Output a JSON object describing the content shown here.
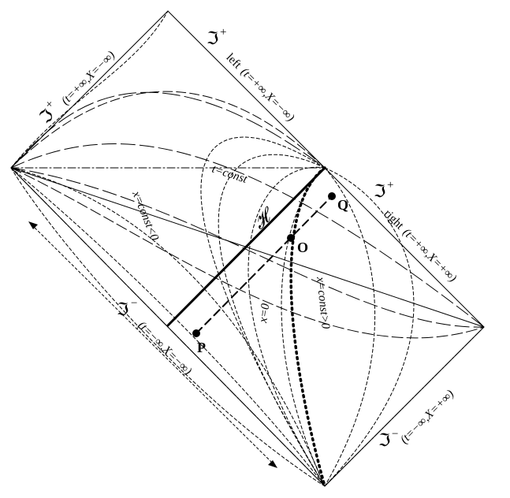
{
  "diagram": {
    "scri_top_left": "ℑ",
    "scri_top_left_sup": "+",
    "scri_top_left_coords": "(t=+∞,X=−∞)",
    "scri_top_right": "ℑ",
    "scri_top_right_sup": "+",
    "scri_top_right_side": "left",
    "scri_top_right_coords": "(t=+∞,X=−∞)",
    "scri_right": "ℑ",
    "scri_right_sup": "+",
    "scri_right_side": "right",
    "scri_right_coords": "(t=+∞,X=+∞)",
    "scri_bottom_left": "ℑ",
    "scri_bottom_left_sup": "−",
    "scri_bottom_left_coords": "(t=−∞,X=−∞)",
    "scri_bottom_right": "ℑ",
    "scri_bottom_right_sup": "−",
    "scri_bottom_right_coords": "(t=−∞,X=+∞)",
    "t_const": "t=const",
    "x_const_neg": "x=const<0",
    "x_const_pos": "x=const>0",
    "x_zero": "x=0",
    "horizon": "𝓗",
    "point_q": "Q",
    "point_o": "O",
    "point_p": "P",
    "colors": {
      "ink": "#000000",
      "background": "#ffffff"
    }
  }
}
